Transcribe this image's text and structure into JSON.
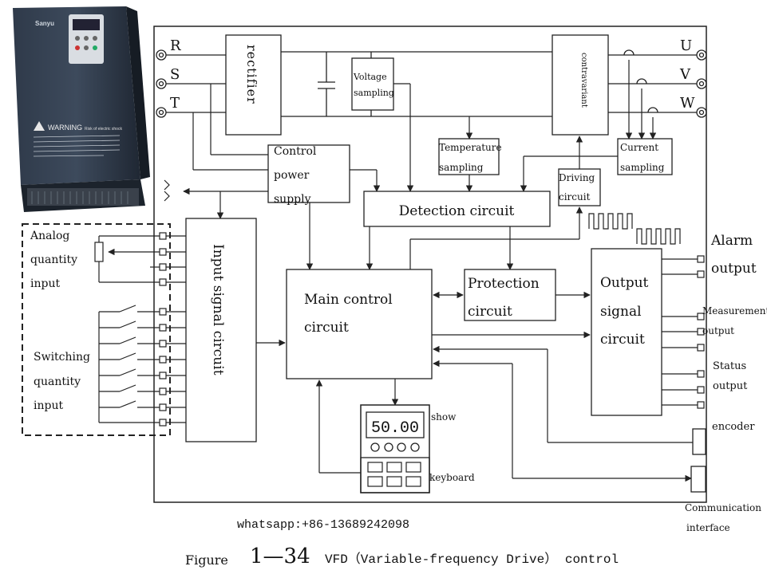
{
  "vfd_photo": {
    "brand": "Sanyu",
    "warning_title": "WARNING",
    "warning_sub": "Risk of electric shock"
  },
  "terminals": {
    "input": [
      "R",
      "S",
      "T"
    ],
    "output": [
      "U",
      "V",
      "W"
    ]
  },
  "blocks": {
    "rectifier": "rectifier",
    "voltage_sampling": [
      "Voltage",
      "sampling"
    ],
    "contravariant": "contravariant",
    "control_power_supply": [
      "Control",
      "power",
      "supply"
    ],
    "temperature_sampling": [
      "Temperature",
      "sampling"
    ],
    "current_sampling": [
      "Current",
      "sampling"
    ],
    "driving_circuit": [
      "Driving",
      "circuit"
    ],
    "detection_circuit": "Detection circuit",
    "input_signal_circuit": "Input signal circuit",
    "main_control_circuit": [
      "Main control",
      "circuit"
    ],
    "protection_circuit": [
      "Protection",
      "circuit"
    ],
    "output_signal_circuit": [
      "Output",
      "signal",
      "circuit"
    ]
  },
  "left_labels": {
    "analog": [
      "Analog",
      "quantity",
      "input"
    ],
    "switching": [
      "Switching",
      "quantity",
      "input"
    ]
  },
  "right_labels": {
    "alarm": [
      "Alarm",
      "output"
    ],
    "measurement": [
      "Measurement",
      "output"
    ],
    "status": [
      "Status",
      "output"
    ],
    "encoder": "encoder",
    "communication": [
      "Communication",
      "interface"
    ]
  },
  "keypad": {
    "display_value": "50.00",
    "show_label": "show",
    "keyboard_label": "keyboard"
  },
  "footer": {
    "contact": "whatsapp:+86-13689242098",
    "figure_word": "Figure",
    "figure_number": "1—34",
    "figure_title": "VFD（Variable-frequency Drive） control"
  }
}
